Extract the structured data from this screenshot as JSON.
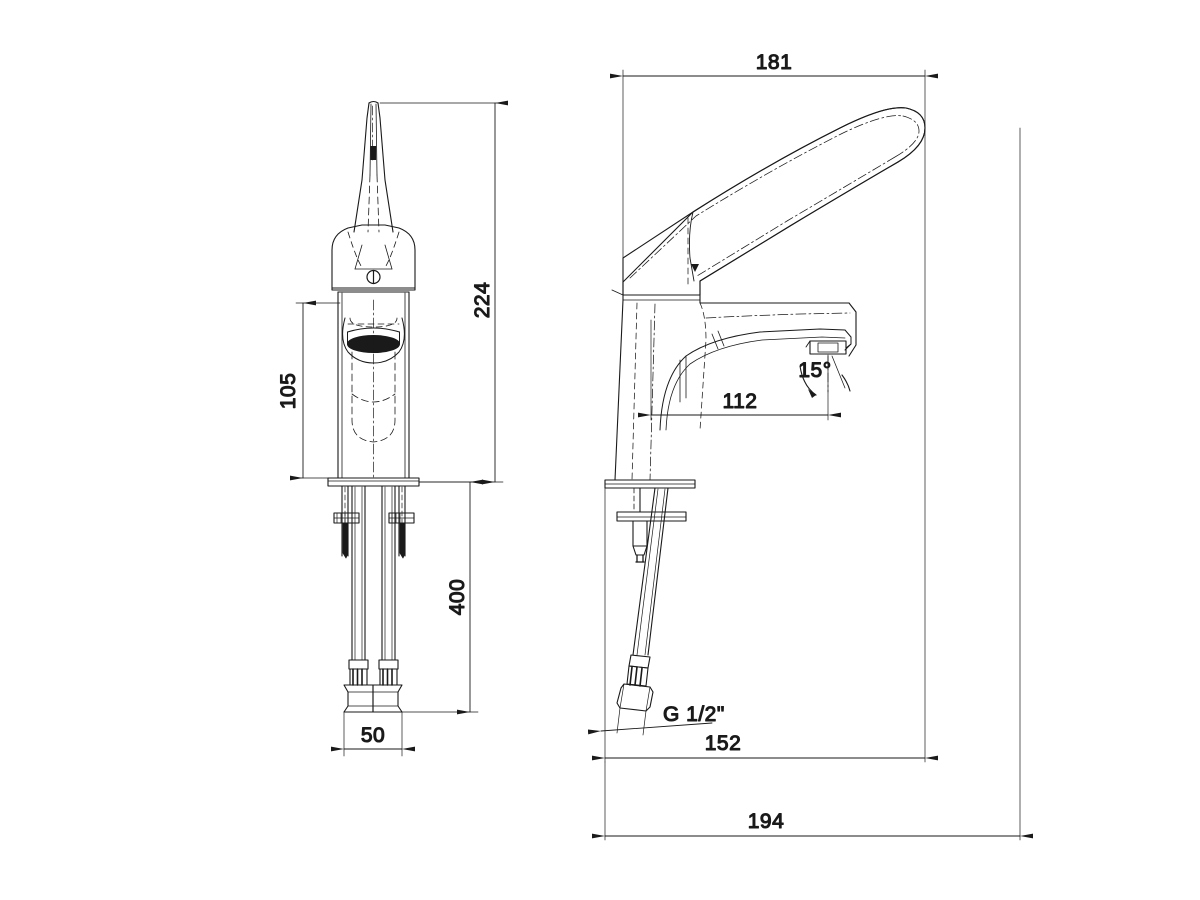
{
  "drawing": {
    "type": "technical-dimension-drawing",
    "subject": "single-lever basin mixer tap with extended lever handle",
    "units": "mm",
    "background_color": "#ffffff",
    "line_color": "#1a1a1a",
    "views": [
      {
        "id": "front-view",
        "label": "front elevation"
      },
      {
        "id": "side-view",
        "label": "side elevation"
      }
    ]
  },
  "dimensions": {
    "front_height_overall": "224",
    "front_spout_height": "105",
    "front_hose_length": "400",
    "front_base_width": "50",
    "side_lever_reach": "181",
    "side_spout_reach": "112",
    "side_hose_reach": "152",
    "side_overall_depth": "194",
    "outlet_angle": "15°",
    "thread_callout": "G 1/2\""
  }
}
